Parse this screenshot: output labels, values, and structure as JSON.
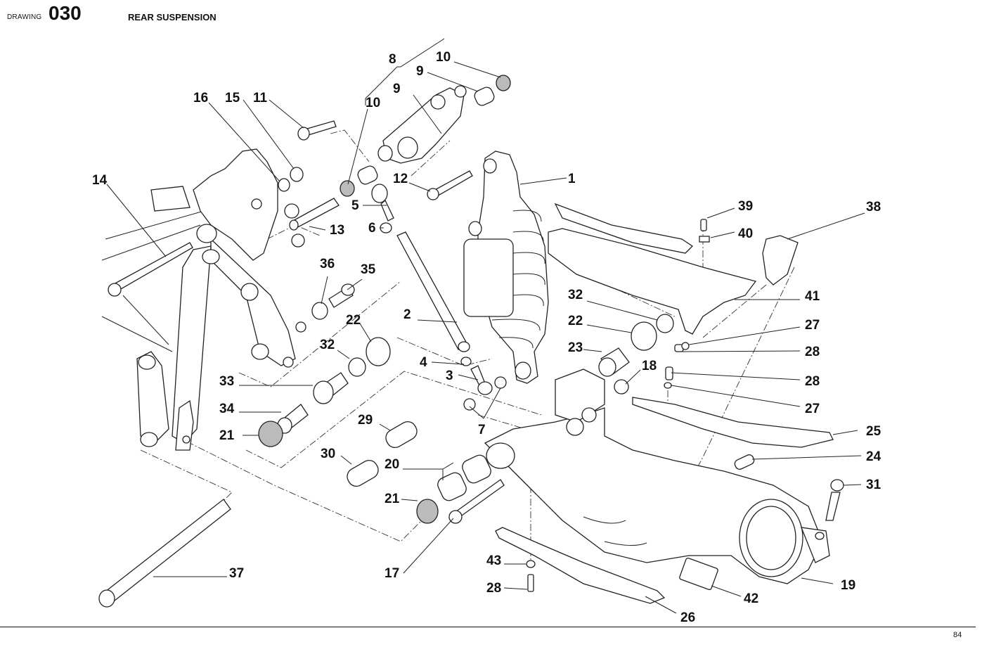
{
  "header": {
    "drawing_label": "DRAWING",
    "drawing_number": "030",
    "title": "REAR SUSPENSION"
  },
  "footer": {
    "page_number": "84"
  },
  "callouts": [
    {
      "id": "c1",
      "label": "1"
    },
    {
      "id": "c2",
      "label": "2"
    },
    {
      "id": "c3",
      "label": "3"
    },
    {
      "id": "c4",
      "label": "4"
    },
    {
      "id": "c5",
      "label": "5"
    },
    {
      "id": "c6",
      "label": "6"
    },
    {
      "id": "c7",
      "label": "7"
    },
    {
      "id": "c8",
      "label": "8"
    },
    {
      "id": "c9a",
      "label": "9"
    },
    {
      "id": "c9b",
      "label": "9"
    },
    {
      "id": "c10a",
      "label": "10"
    },
    {
      "id": "c10b",
      "label": "10"
    },
    {
      "id": "c11",
      "label": "11"
    },
    {
      "id": "c12",
      "label": "12"
    },
    {
      "id": "c13",
      "label": "13"
    },
    {
      "id": "c14",
      "label": "14"
    },
    {
      "id": "c15",
      "label": "15"
    },
    {
      "id": "c16",
      "label": "16"
    },
    {
      "id": "c17",
      "label": "17"
    },
    {
      "id": "c18",
      "label": "18"
    },
    {
      "id": "c19",
      "label": "19"
    },
    {
      "id": "c20",
      "label": "20"
    },
    {
      "id": "c21a",
      "label": "21"
    },
    {
      "id": "c21b",
      "label": "21"
    },
    {
      "id": "c22a",
      "label": "22"
    },
    {
      "id": "c22b",
      "label": "22"
    },
    {
      "id": "c23",
      "label": "23"
    },
    {
      "id": "c24",
      "label": "24"
    },
    {
      "id": "c25",
      "label": "25"
    },
    {
      "id": "c26",
      "label": "26"
    },
    {
      "id": "c27a",
      "label": "27"
    },
    {
      "id": "c27b",
      "label": "27"
    },
    {
      "id": "c28a",
      "label": "28"
    },
    {
      "id": "c28b",
      "label": "28"
    },
    {
      "id": "c28c",
      "label": "28"
    },
    {
      "id": "c29",
      "label": "29"
    },
    {
      "id": "c30",
      "label": "30"
    },
    {
      "id": "c31",
      "label": "31"
    },
    {
      "id": "c32a",
      "label": "32"
    },
    {
      "id": "c32b",
      "label": "32"
    },
    {
      "id": "c33",
      "label": "33"
    },
    {
      "id": "c34",
      "label": "34"
    },
    {
      "id": "c35",
      "label": "35"
    },
    {
      "id": "c36",
      "label": "36"
    },
    {
      "id": "c37",
      "label": "37"
    },
    {
      "id": "c38",
      "label": "38"
    },
    {
      "id": "c39",
      "label": "39"
    },
    {
      "id": "c40",
      "label": "40"
    },
    {
      "id": "c41",
      "label": "41"
    },
    {
      "id": "c42",
      "label": "42"
    },
    {
      "id": "c43",
      "label": "43"
    }
  ]
}
